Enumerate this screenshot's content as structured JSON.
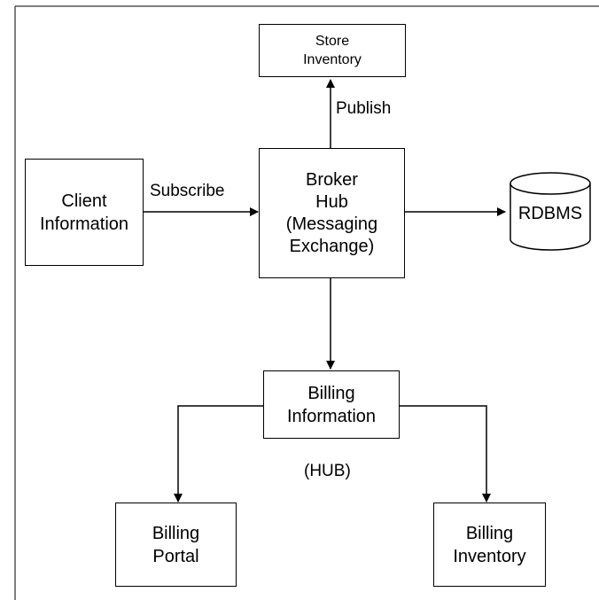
{
  "nodes": {
    "store_inventory": [
      "Store",
      "Inventory"
    ],
    "client_information": [
      "Client",
      "Information"
    ],
    "broker_hub": [
      "Broker",
      "Hub",
      "(Messaging",
      "Exchange)"
    ],
    "rdbms": "RDBMS",
    "billing_information": [
      "Billing",
      "Information"
    ],
    "billing_portal": [
      "Billing",
      "Portal"
    ],
    "billing_inventory": [
      "Billing",
      "Inventory"
    ]
  },
  "edges": {
    "publish": "Publish",
    "subscribe": "Subscribe"
  },
  "annotations": {
    "hub": "(HUB)"
  }
}
